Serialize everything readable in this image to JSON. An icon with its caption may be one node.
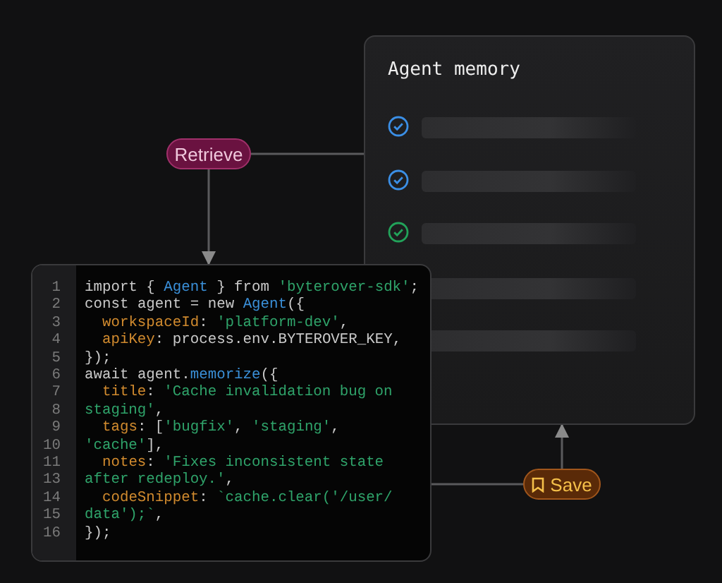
{
  "diagram": {
    "nodes": [
      {
        "text": [
          "Agent memory"
        ]
      },
      {
        "text": [
          "Retrieve"
        ]
      },
      {
        "text": [
          "import { Agent } from 'byterover-sdk';",
          "const agent = new Agent({",
          "  workspaceId: 'platform-dev',",
          "  apiKey: process.env.BYTEROVER_KEY,",
          "});",
          "await agent.memorize({",
          "  title: 'Cache invalidation bug on",
          "staging',",
          "  tags: ['bugfix', 'staging',",
          "'cache'],",
          "  notes: 'Fixes inconsistent state",
          "after redeploy.',",
          "  codeSnippet: `cache.clear('/user/",
          "data');`,",
          "});"
        ]
      },
      {
        "text": [
          "Save"
        ]
      }
    ],
    "edges": [
      {
        "from": 0,
        "to": 1,
        "arrow": "none"
      },
      {
        "from": 1,
        "to": 2,
        "arrow": "to"
      },
      {
        "from": 2,
        "to": 3,
        "arrow": "none"
      },
      {
        "from": 3,
        "to": 0,
        "arrow": "to"
      }
    ],
    "labels": [
      "1",
      "2",
      "3",
      "4",
      "5",
      "6",
      "7",
      "8",
      "9",
      "10",
      "11",
      "13",
      "14",
      "15",
      "16"
    ]
  }
}
